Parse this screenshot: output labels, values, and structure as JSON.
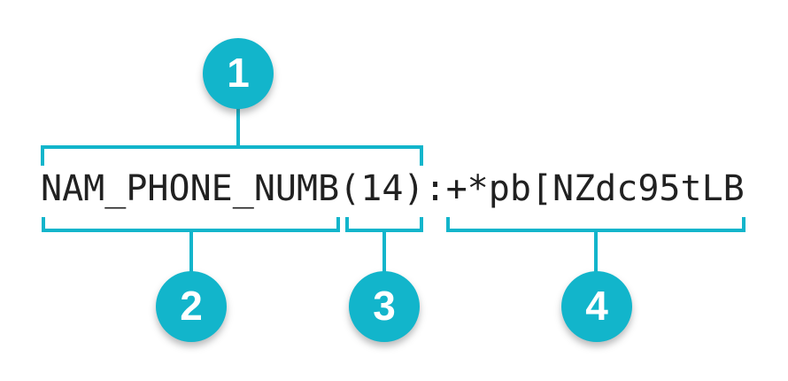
{
  "diagram": {
    "record_string": "NAM_PHONE_NUMB(14):+*pb[NZdc95tLB",
    "segments": {
      "field_name": "NAM_PHONE_NUMB",
      "length": "(14)",
      "separator": ":",
      "value": "+*pb[NZdc95tLB"
    },
    "callouts": [
      {
        "number": "1",
        "refers_to": "NAM_PHONE_NUMB(14)"
      },
      {
        "number": "2",
        "refers_to": "NAM_PHONE_NUMB"
      },
      {
        "number": "3",
        "refers_to": "(14)"
      },
      {
        "number": "4",
        "refers_to": "+*pb[NZdc95tLB"
      }
    ],
    "colors": {
      "accent": "#12b5cb",
      "text": "#212121",
      "background": "#ffffff",
      "badge_number": "#ffffff"
    }
  }
}
